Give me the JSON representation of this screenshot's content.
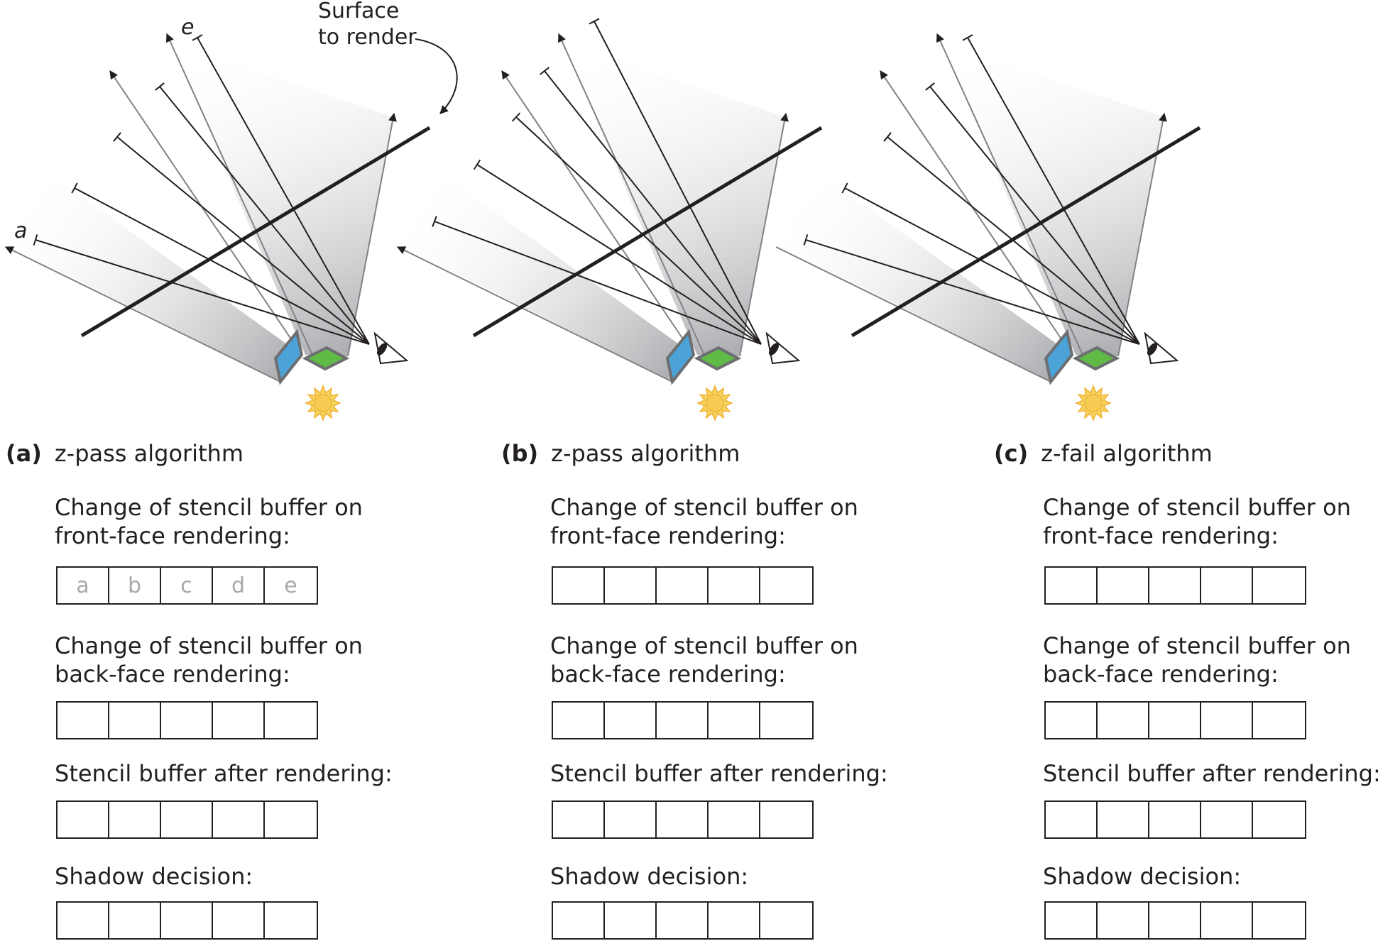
{
  "annotations": {
    "surface_label_line1": "Surface",
    "surface_label_line2": "to render",
    "ray_a_label": "a",
    "ray_e_label": "e"
  },
  "panels": [
    {
      "tag": "(a)",
      "title": "z-pass algorithm",
      "sections": [
        {
          "label_line1": "Change of stencil buffer on",
          "label_line2": "front-face rendering:",
          "cells": [
            "a",
            "b",
            "c",
            "d",
            "e"
          ]
        },
        {
          "label_line1": "Change of stencil buffer on",
          "label_line2": "back-face rendering:",
          "cells": [
            "",
            "",
            "",
            "",
            ""
          ]
        },
        {
          "label_line1": "Stencil buffer after rendering:",
          "label_line2": "",
          "cells": [
            "",
            "",
            "",
            "",
            ""
          ]
        },
        {
          "label_line1": "Shadow decision:",
          "label_line2": "",
          "cells": [
            "",
            "",
            "",
            "",
            ""
          ]
        }
      ]
    },
    {
      "tag": "(b)",
      "title": "z-pass algorithm",
      "sections": [
        {
          "label_line1": "Change of stencil buffer on",
          "label_line2": "front-face rendering:",
          "cells": [
            "",
            "",
            "",
            "",
            ""
          ]
        },
        {
          "label_line1": "Change of stencil buffer on",
          "label_line2": "back-face rendering:",
          "cells": [
            "",
            "",
            "",
            "",
            ""
          ]
        },
        {
          "label_line1": "Stencil buffer after rendering:",
          "label_line2": "",
          "cells": [
            "",
            "",
            "",
            "",
            ""
          ]
        },
        {
          "label_line1": "Shadow decision:",
          "label_line2": "",
          "cells": [
            "",
            "",
            "",
            "",
            ""
          ]
        }
      ]
    },
    {
      "tag": "(c)",
      "title": "z-fail algorithm",
      "sections": [
        {
          "label_line1": "Change of stencil buffer on",
          "label_line2": "front-face rendering:",
          "cells": [
            "",
            "",
            "",
            "",
            ""
          ]
        },
        {
          "label_line1": "Change of stencil buffer on",
          "label_line2": "back-face rendering:",
          "cells": [
            "",
            "",
            "",
            "",
            ""
          ]
        },
        {
          "label_line1": "Stencil buffer after rendering:",
          "label_line2": "",
          "cells": [
            "",
            "",
            "",
            "",
            ""
          ]
        },
        {
          "label_line1": "Shadow decision:",
          "label_line2": "",
          "cells": [
            "",
            "",
            "",
            "",
            ""
          ]
        }
      ]
    }
  ],
  "colors": {
    "ink": "#231f20",
    "cell_placeholder": "#a7a9ac",
    "occluder_blue": "#4ba3d8",
    "occluder_green": "#5fba46",
    "light_yellow": "#f4d35e"
  }
}
